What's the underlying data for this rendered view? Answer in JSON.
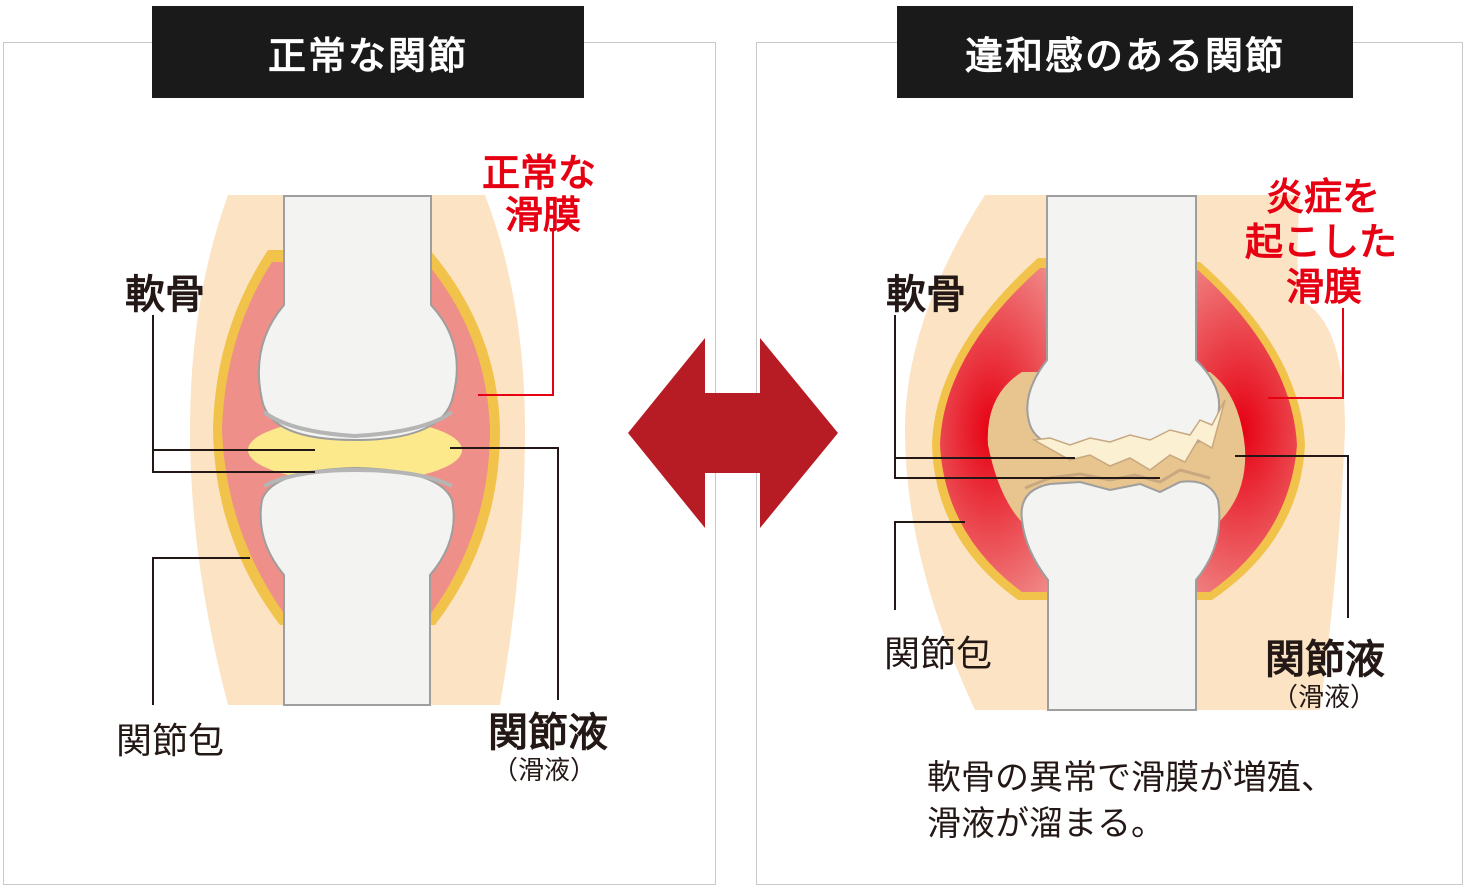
{
  "left": {
    "title": "正常な関節",
    "synovium_label_line1": "正常な",
    "synovium_label_line2": "滑膜",
    "cartilage_label": "軟骨",
    "capsule_label": "関節包",
    "fluid_label": "関節液",
    "fluid_sub_label": "（滑液）"
  },
  "right": {
    "title": "違和感のある関節",
    "synovium_label_line1": "炎症を",
    "synovium_label_line2": "起こした",
    "synovium_label_line3": "滑膜",
    "cartilage_label": "軟骨",
    "capsule_label": "関節包",
    "fluid_label": "関節液",
    "fluid_sub_label": "（滑液）",
    "caption_line1": "軟骨の異常で滑膜が増殖、",
    "caption_line2": "滑液が溜まる。"
  },
  "colors": {
    "arrow": "#b71c24",
    "inflamed": "#e60012",
    "skin": "#fbe3c4",
    "synovium": "#ee8f8a",
    "capsule": "#f2c34a",
    "fluid_normal": "#fbe98c",
    "fluid_abnormal": "#e8c48e",
    "bone": "#f3f3f1"
  },
  "icons": {
    "compare": "double-arrow-icon"
  }
}
